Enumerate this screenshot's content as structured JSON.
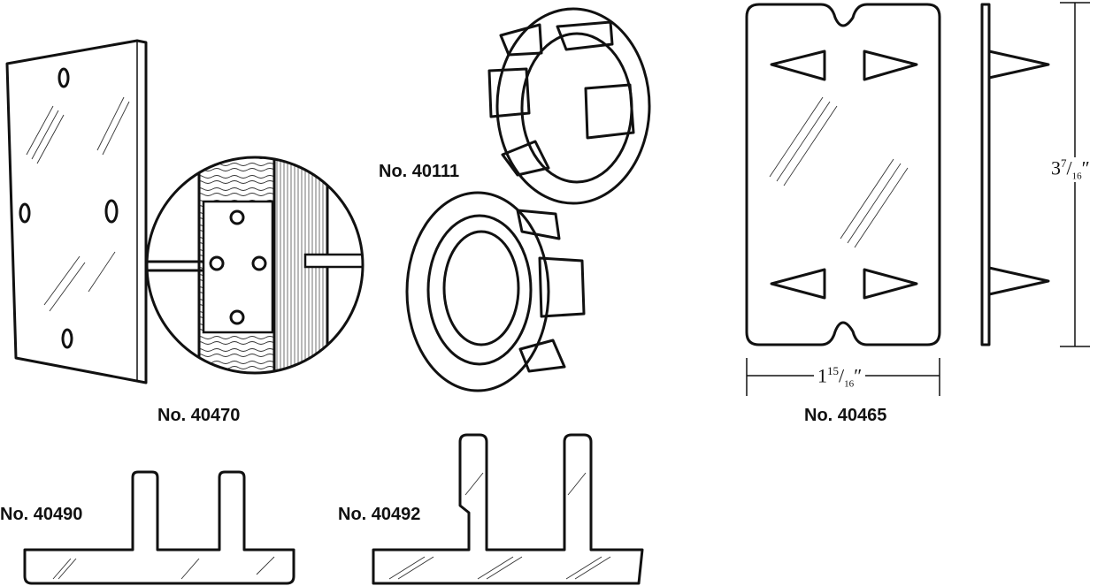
{
  "labels": {
    "cover_plate": "No. 40470",
    "bushing": "No. 40111",
    "plate_with_spikes": "No. 40465",
    "strip_a": "No. 40490",
    "strip_b": "No. 40492"
  },
  "dimensions": {
    "height": {
      "whole": "3",
      "num": "7",
      "den": "16",
      "unit": "″"
    },
    "width": {
      "whole": "1",
      "num": "15",
      "den": "16",
      "unit": "″"
    }
  },
  "colors": {
    "ink": "#111111",
    "background": "#ffffff"
  }
}
